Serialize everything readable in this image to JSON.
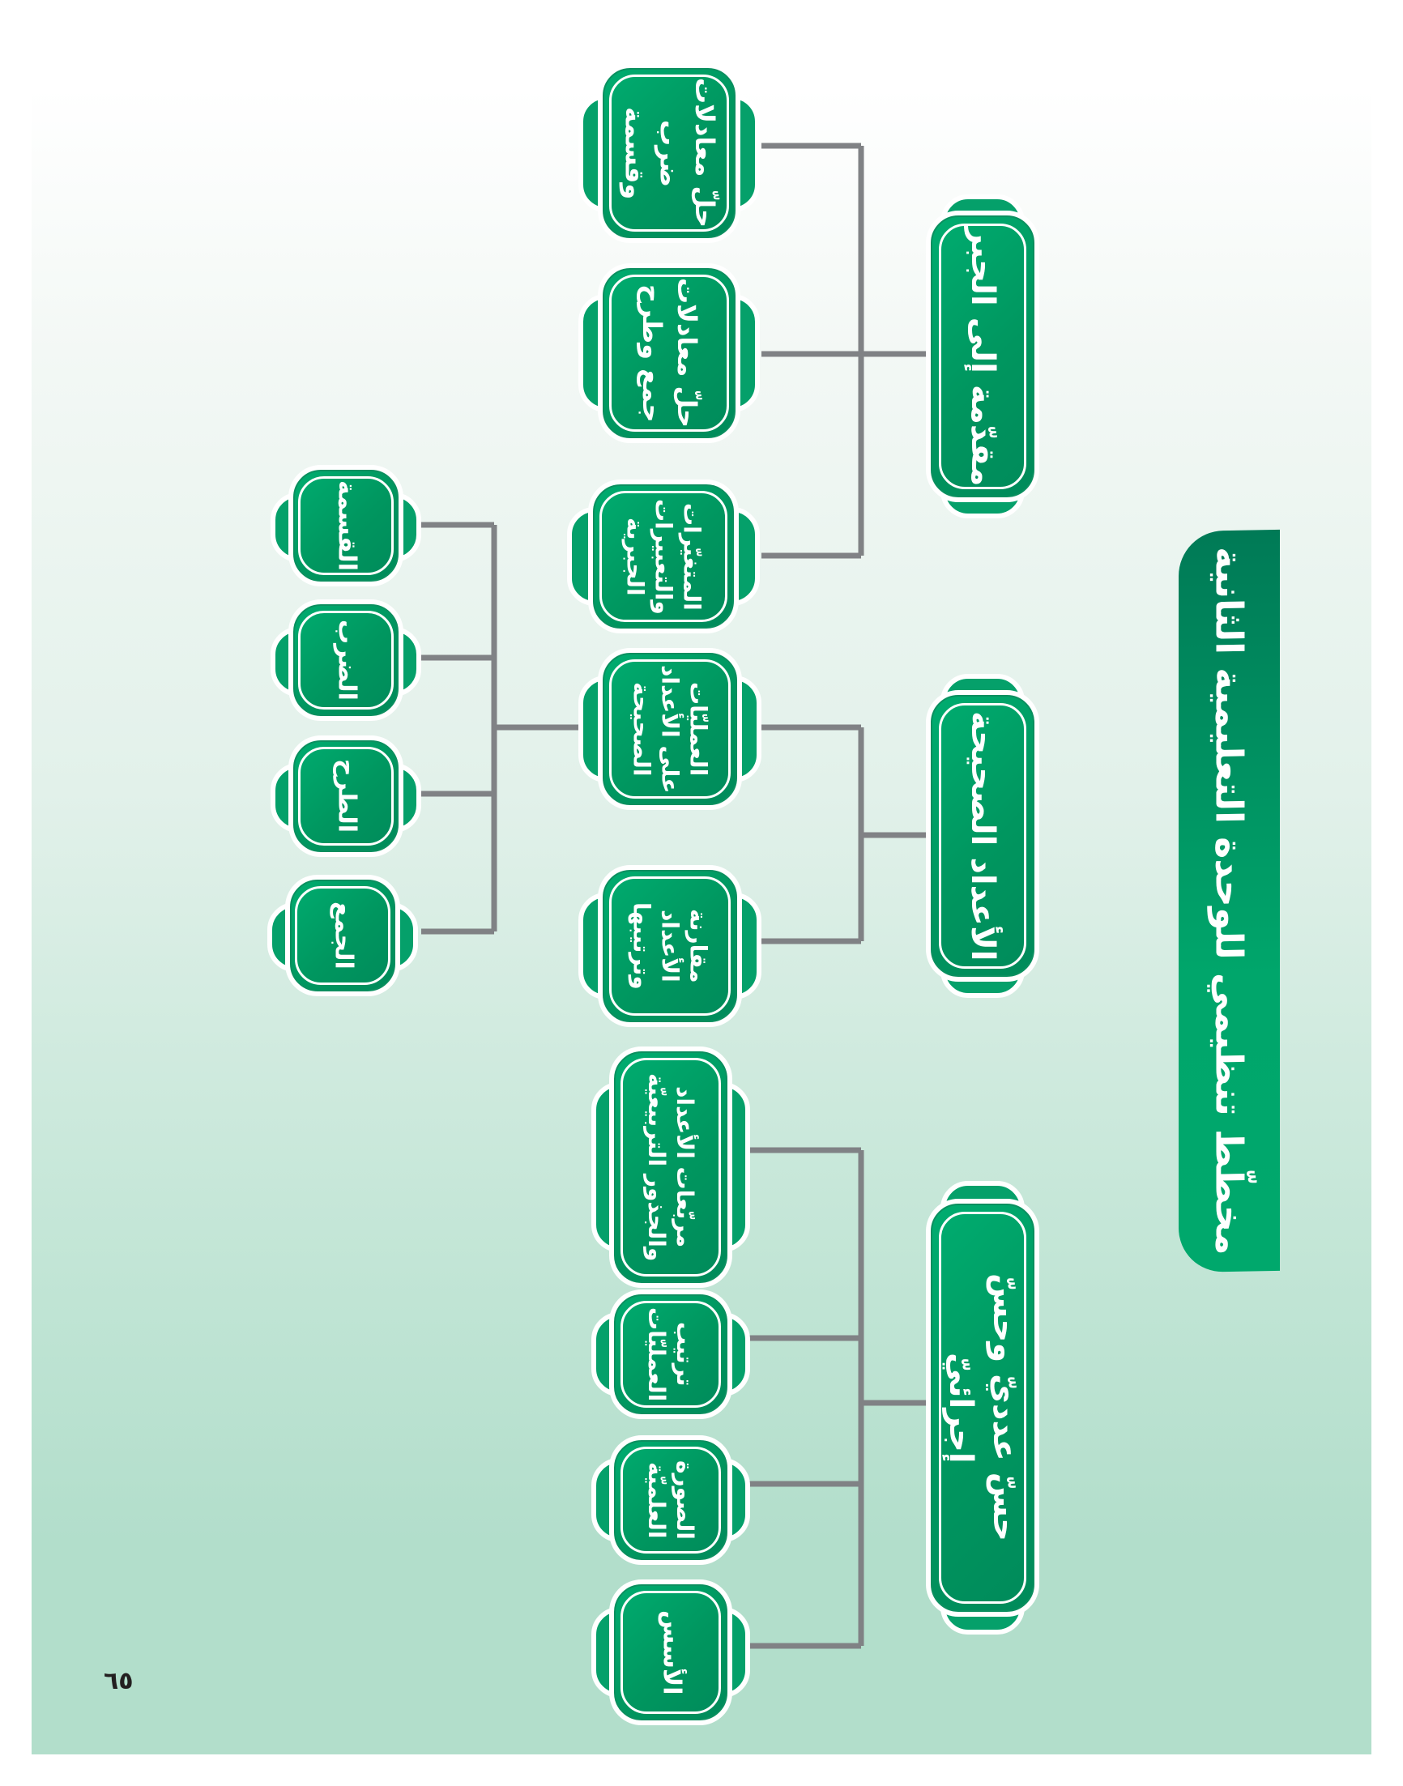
{
  "title": "مخطّط تنظيمي للوحدة التعليمية الثانية",
  "page_number": "٦٥",
  "colors": {
    "banner_dark": "#007a56",
    "banner_light": "#00a86c",
    "node_green": "#00a066",
    "connector": "#808285",
    "background_bottom": "#b2decb"
  },
  "categories": [
    {
      "label": "مقدّمة إلى الجبر",
      "children": [
        {
          "label": "حلّ معادلات ضرب وقسمة"
        },
        {
          "label": "حلّ معادلات جمع وطرح"
        },
        {
          "label": "المتغيّرات والتعبيرات الجبرية"
        }
      ]
    },
    {
      "label": "الأعداد الصحيحة",
      "children": [
        {
          "label": "العمليّات على الأعداد الصحيحة",
          "children": [
            {
              "label": "القسمة"
            },
            {
              "label": "الضرب"
            },
            {
              "label": "الطرح"
            },
            {
              "label": "الجمع"
            }
          ]
        },
        {
          "label": "مقارنة الأعداد وترتيبها"
        }
      ]
    },
    {
      "label": "حسّ عدديّ وحسّ إجرائيّ",
      "children": [
        {
          "label": "مربّعات الأعداد والجذور التربيعيّة"
        },
        {
          "label": "ترتيب العمليّات"
        },
        {
          "label": "الصورة العلميّة"
        },
        {
          "label": "الأسس"
        }
      ]
    }
  ]
}
